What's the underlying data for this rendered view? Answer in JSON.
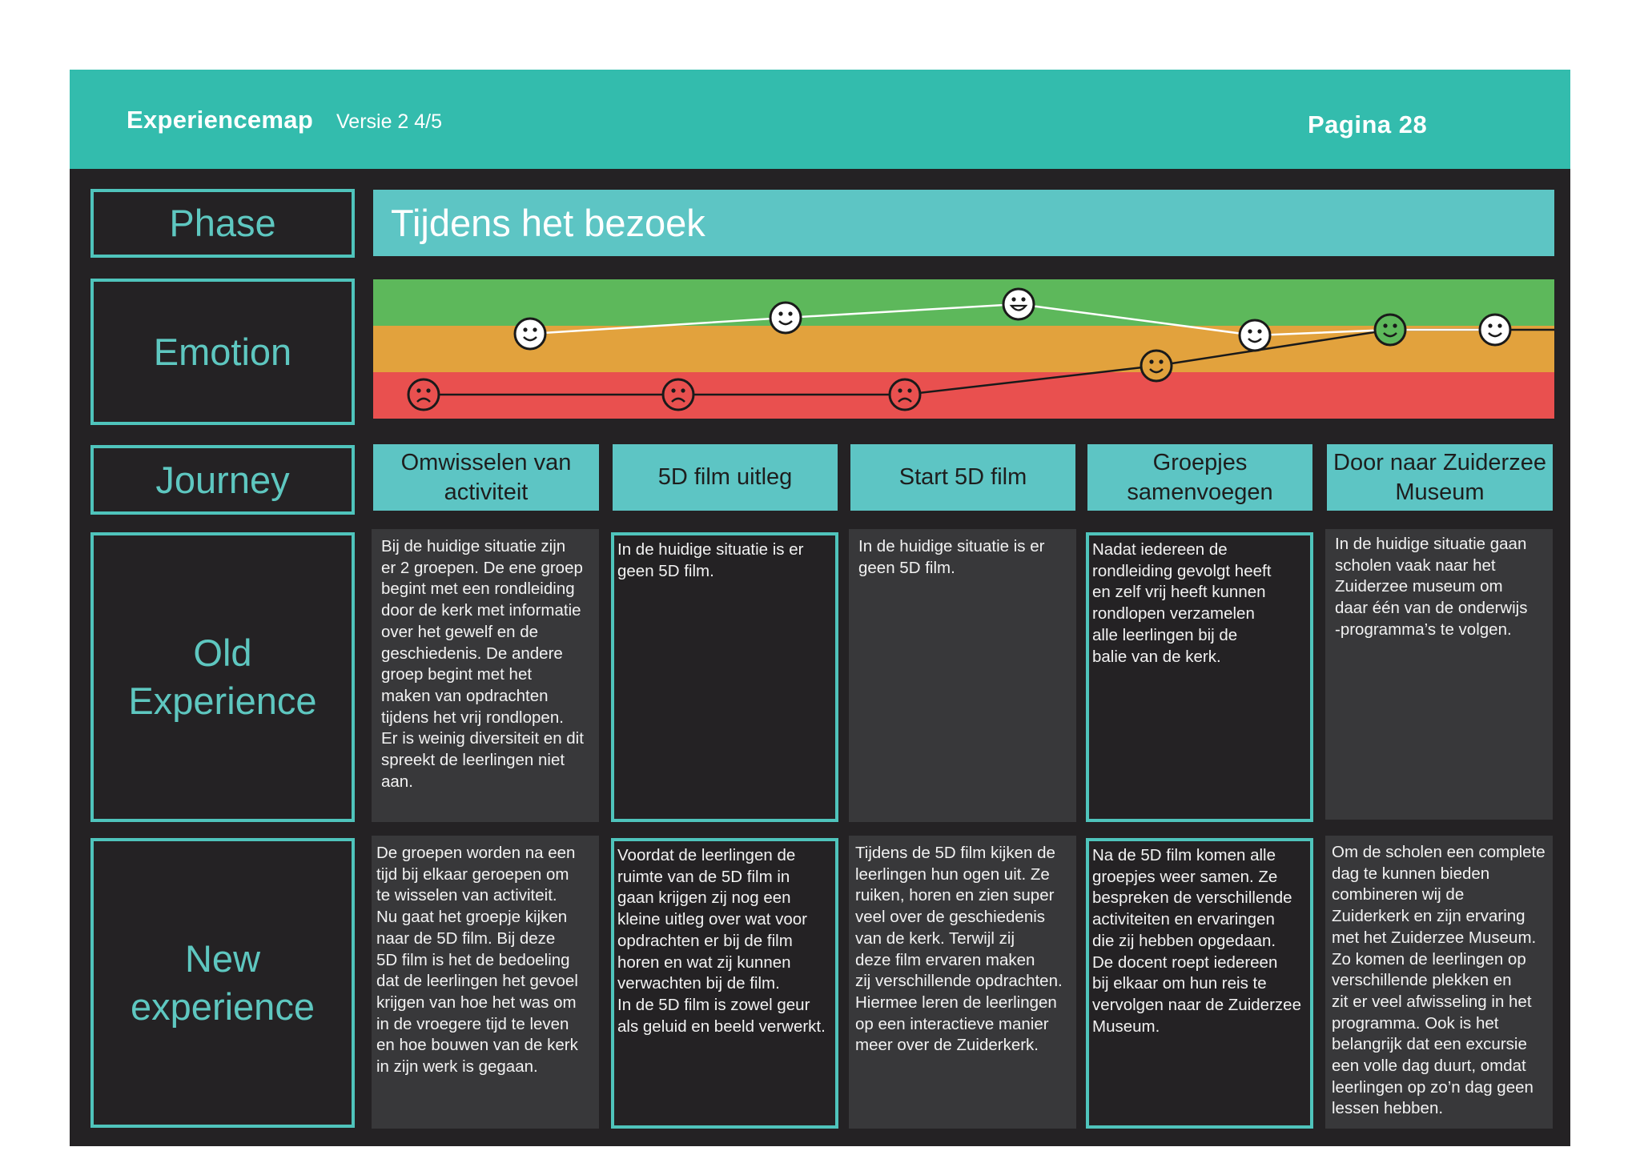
{
  "header": {
    "brand": "Experiencemap",
    "version": "Versie 2 4/5",
    "page": "Pagina 28"
  },
  "labels": {
    "phase": "Phase",
    "emotion": "Emotion",
    "journey": "Journey",
    "old_experience": "Old\nExperience",
    "new_experience": "New\nexperience"
  },
  "phase": {
    "title": "Tijdens het bezoek"
  },
  "emotion": {
    "zone_colors": {
      "positive": "#5db85b",
      "neutral": "#e2a23d",
      "negative": "#e9504f"
    },
    "old_line": [
      "negative",
      "negative",
      "negative",
      "neutral",
      "positive",
      "positive"
    ],
    "new_line": [
      "neutral-high",
      "positive",
      "positive-high",
      "neutral-high",
      "neutral-high",
      "neutral-high"
    ]
  },
  "journey": [
    "Omwisselen van\nactiviteit",
    "5D film uitleg",
    "Start 5D film",
    "Groepjes\nsamenvoegen",
    "Door naar Zuiderzee\nMuseum"
  ],
  "old_experience": [
    "Bij de huidige situatie zijn\ner 2 groepen. De ene groep\nbegint met een rondleiding\ndoor de kerk met informatie\nover het gewelf en de\ngeschiedenis. De andere\ngroep begint met het\nmaken van opdrachten\ntijdens het vrij rondlopen.\nEr is weinig diversiteit en dit\nspreekt de leerlingen niet\naan.",
    "In de huidige situatie is er\ngeen 5D film.",
    "In de huidige situatie is er\ngeen 5D film.",
    "Nadat iedereen de\nrondleiding gevolgt heeft\nen zelf vrij heeft kunnen\nrondlopen verzamelen\nalle leerlingen bij de\nbalie van de kerk.",
    "In de huidige situatie gaan\nscholen vaak naar het\nZuiderzee museum om\ndaar één van de onderwijs\n-programma’s te volgen."
  ],
  "new_experience": [
    "De groepen worden na een\ntijd bij elkaar geroepen om\nte wisselen van activiteit.\nNu gaat het groepje kijken\nnaar de 5D film. Bij deze\n5D film is het de bedoeling\ndat de leerlingen het gevoel\nkrijgen van hoe het was om\nin de vroegere tijd te leven\nen hoe bouwen van de kerk\nin zijn werk is gegaan.",
    "Voordat de leerlingen de\nruimte van de 5D film in\ngaan krijgen zij nog een\nkleine uitleg over wat voor\nopdrachten er bij de film\nhoren en wat zij kunnen\nverwachten bij de film.\nIn de 5D film is zowel geur\nals geluid en beeld verwerkt.",
    "Tijdens de 5D film kijken de\nleerlingen hun ogen uit. Ze\nruiken, horen en zien super\nveel over de geschiedenis\nvan de kerk. Terwijl zij\ndeze film ervaren maken\nzij verschillende opdrachten.\nHiermee leren de leerlingen\nop een interactieve manier\nmeer over de Zuiderkerk.",
    "Na de 5D film komen alle\ngroepjes weer samen. Ze\nbespreken de verschillende\nactiviteiten en ervaringen\ndie zij hebben opgedaan.\nDe docent roept iedereen\nbij elkaar om hun reis te\nvervolgen naar de Zuiderzee\nMuseum.",
    "Om de scholen een complete\ndag te kunnen bieden\ncombineren wij de\nZuiderkerk en zijn ervaring\nmet het Zuiderzee Museum.\nZo komen de leerlingen op\nverschillende plekken en\nzit er veel afwisseling in het\nprogramma. Ook is het\nbelangrijk dat een excursie\neen volle dag duurt, omdat\nleerlingen op zo’n dag geen\nlessen hebben."
  ]
}
